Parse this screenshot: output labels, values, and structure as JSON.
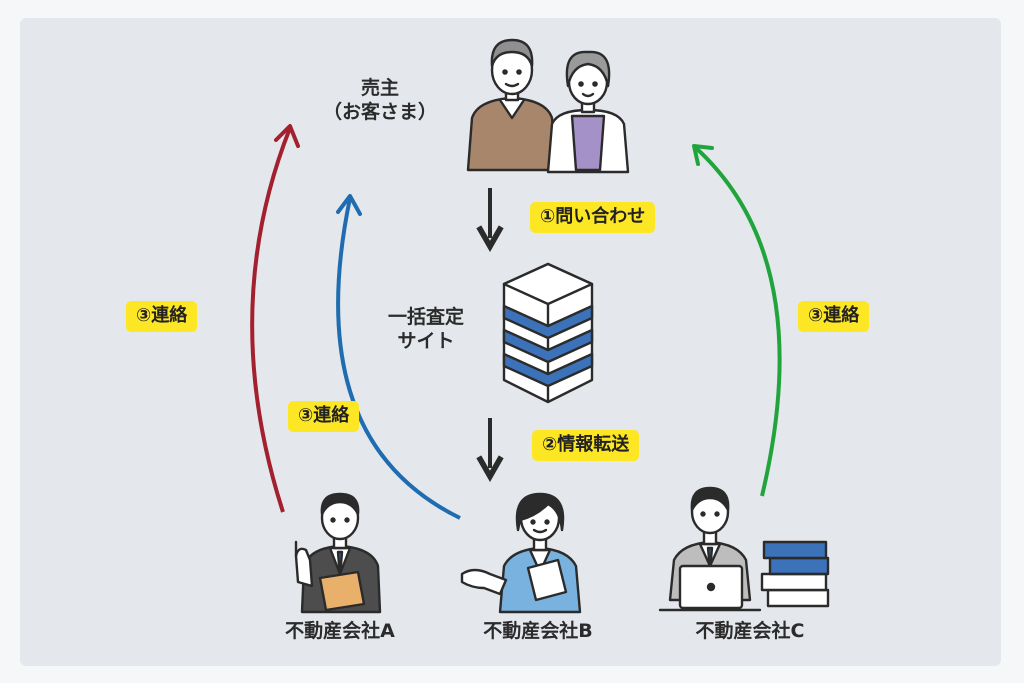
{
  "seller": {
    "line1": "売主",
    "line2": "（お客さま）"
  },
  "site": {
    "line1": "一括査定",
    "line2": "サイト"
  },
  "steps": {
    "inquiry": "①問い合わせ",
    "transfer": "②情報転送",
    "contact_left": "③連絡",
    "contact_mid": "③連絡",
    "contact_right": "③連絡"
  },
  "companies": [
    {
      "label": "不動産会社A"
    },
    {
      "label": "不動産会社B"
    },
    {
      "label": "不動産会社C"
    }
  ],
  "colors": {
    "panel": "#e4e8ec",
    "tag": "#fde725",
    "arrow_red": "#a3202f",
    "arrow_blue": "#1f6cb0",
    "arrow_green": "#22a43c",
    "server_stripe": "#3b72b9",
    "ink": "#2b2b2b"
  },
  "icons": [
    "elderly-couple-icon",
    "server-stack-icon",
    "agent-pointing-icon",
    "agent-presenting-icon",
    "agent-laptop-icon",
    "document-stack-icon"
  ]
}
